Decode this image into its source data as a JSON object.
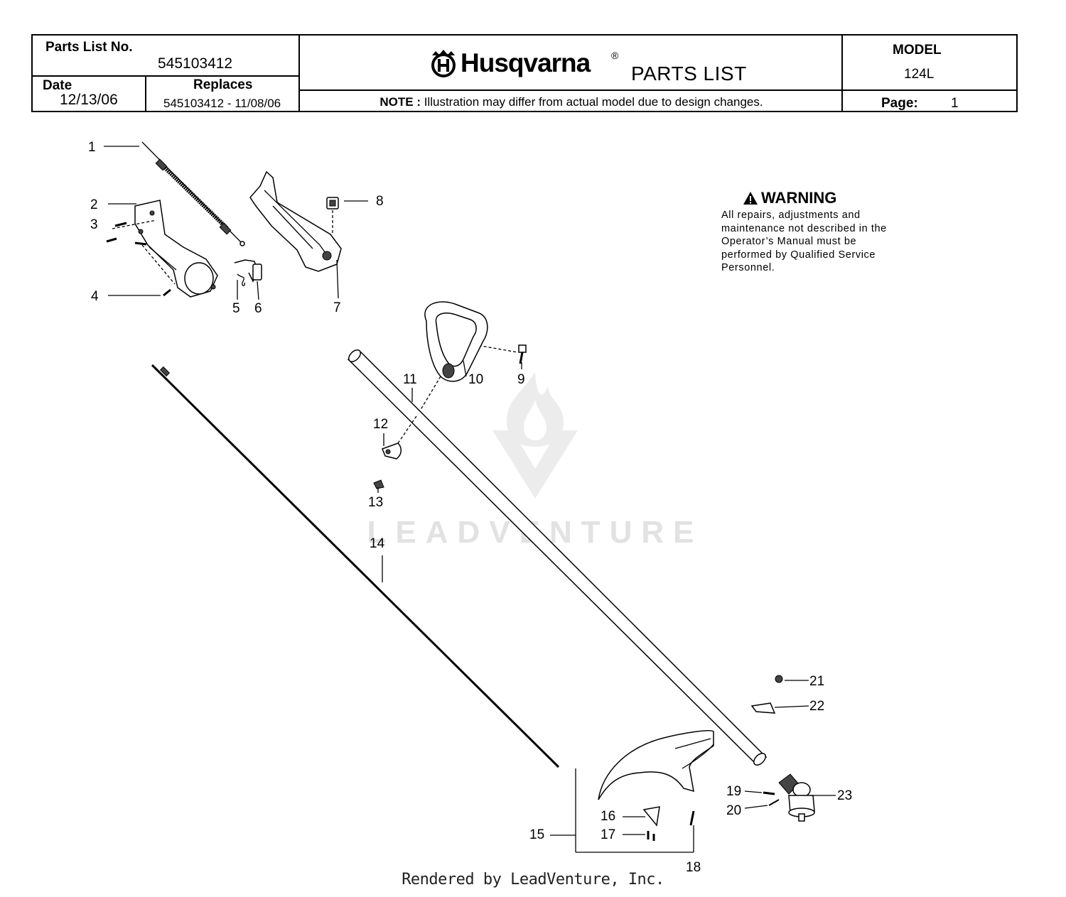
{
  "header": {
    "parts_list_label": "Parts List No.",
    "parts_list_no": "545103412",
    "date_label": "Date",
    "date": "12/13/06",
    "replaces_label": "Replaces",
    "replaces": "545103412 - 11/08/06",
    "brand": "Husqvarna",
    "reg_mark": "®",
    "title": "PARTS LIST",
    "note_label": "NOTE :",
    "note_text": " Illustration may differ from actual model due to design changes.",
    "model_label": "MODEL",
    "model": "124L",
    "page_label": "Page:",
    "page": "1"
  },
  "warning": {
    "title": "WARNING",
    "text": "All repairs, adjustments and maintenance not described in the Operator’s Manual must be performed by Qualified Service Personnel."
  },
  "part_labels": [
    "1",
    "2",
    "3",
    "4",
    "5",
    "6",
    "7",
    "8",
    "9",
    "10",
    "11",
    "12",
    "13",
    "14",
    "15",
    "16",
    "17",
    "18",
    "19",
    "20",
    "21",
    "22",
    "23"
  ],
  "watermark": "LEADVENTURE",
  "footer": "Rendered by LeadVenture, Inc."
}
